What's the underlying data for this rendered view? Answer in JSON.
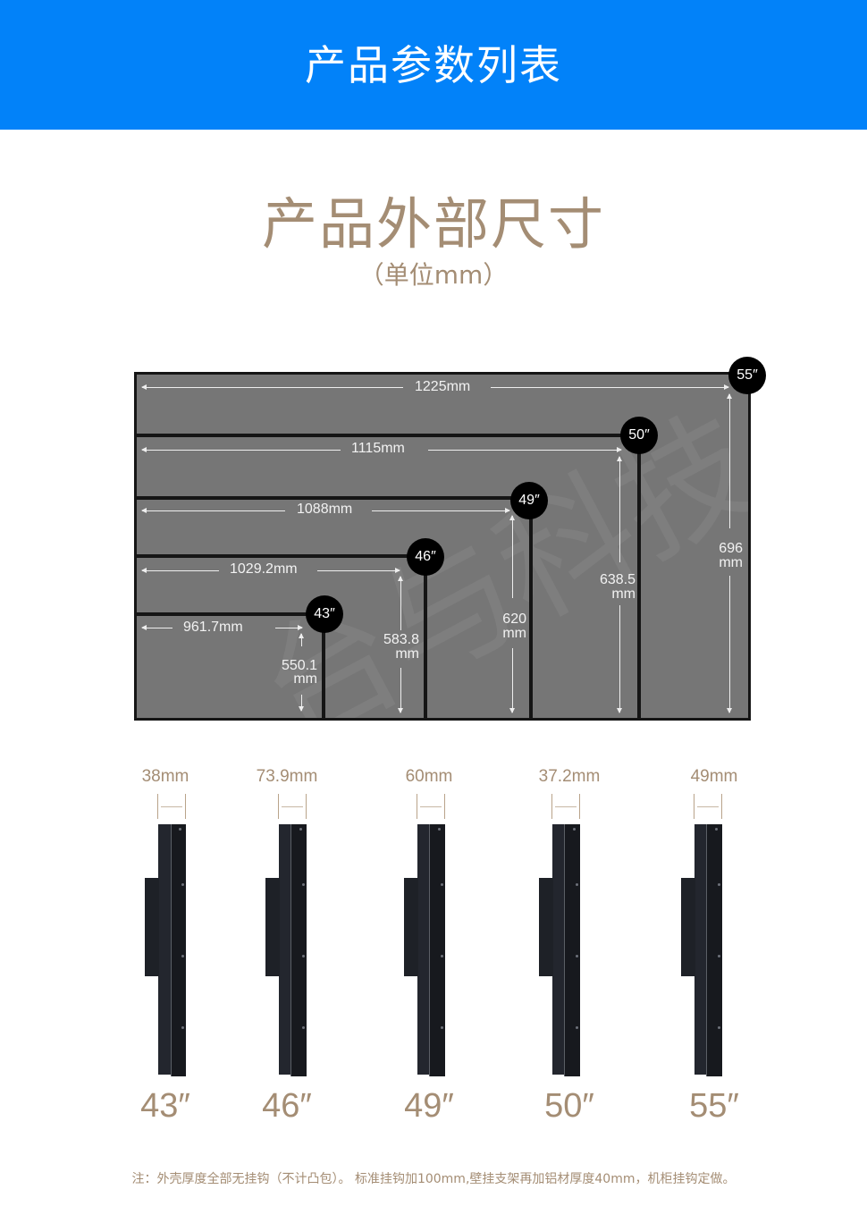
{
  "banner": {
    "title": "产品参数列表",
    "background": "#0282f9"
  },
  "section": {
    "title": "产品外部尺寸",
    "subtitle": "（单位mm）",
    "text_color": "#a48d74"
  },
  "diagram": {
    "watermark": "台与科技",
    "sizes": [
      {
        "label": "55″",
        "width": "1225mm",
        "height_value": "696",
        "height_unit": "mm"
      },
      {
        "label": "50″",
        "width": "1115mm",
        "height_value": "638.5",
        "height_unit": "mm"
      },
      {
        "label": "49″",
        "width": "1088mm",
        "height_value": "620",
        "height_unit": "mm"
      },
      {
        "label": "46″",
        "width": "1029.2mm",
        "height_value": "583.8",
        "height_unit": "mm"
      },
      {
        "label": "43″",
        "width": "961.7mm",
        "height_value": "550.1",
        "height_unit": "mm"
      }
    ]
  },
  "profiles": [
    {
      "size": "43″",
      "thickness": "38mm"
    },
    {
      "size": "46″",
      "thickness": "73.9mm"
    },
    {
      "size": "49″",
      "thickness": "60mm"
    },
    {
      "size": "50″",
      "thickness": "37.2mm"
    },
    {
      "size": "55″",
      "thickness": "49mm"
    }
  ],
  "note": "注：外壳厚度全部无挂钩（不计凸包）。 标准挂钩加100mm,壁挂支架再加铝材厚度40mm，机柜挂钩定做。"
}
